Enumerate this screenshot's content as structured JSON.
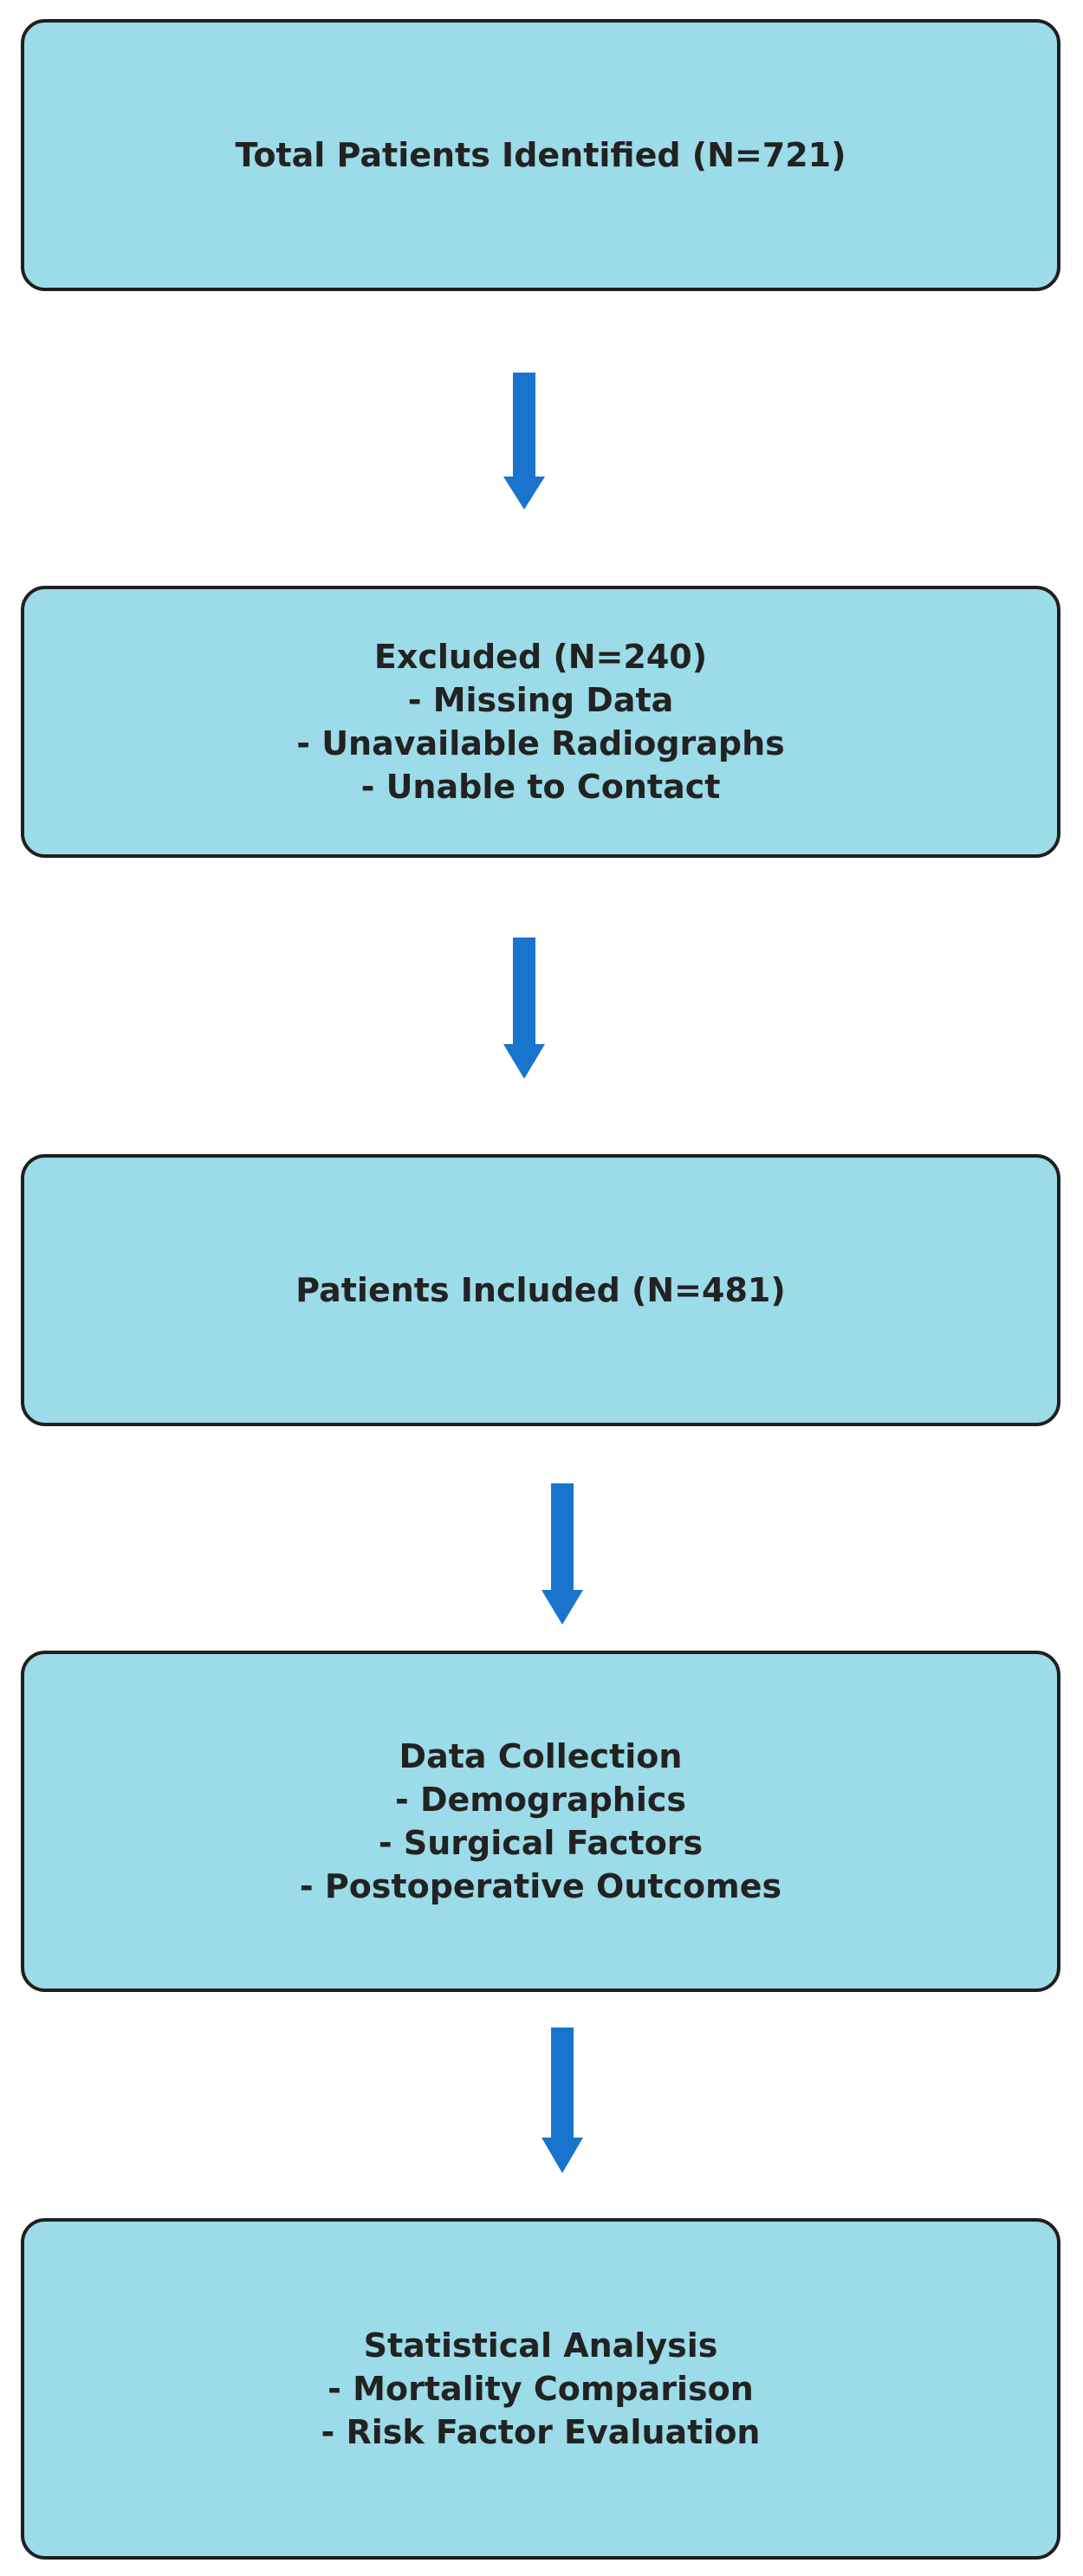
{
  "boxes": [
    {
      "lines": [
        "Total Patients Identified (N=721)"
      ]
    },
    {
      "lines": [
        "Excluded (N=240)",
        "- Missing Data",
        "- Unavailable Radiographs",
        "- Unable to Contact"
      ]
    },
    {
      "lines": [
        "Patients Included (N=481)"
      ]
    },
    {
      "lines": [
        "Data Collection",
        "- Demographics",
        "- Surgical Factors",
        "- Postoperative Outcomes"
      ]
    },
    {
      "lines": [
        "Statistical Analysis",
        "- Mortality Comparison",
        "- Risk Factor Evaluation"
      ]
    }
  ],
  "colors": {
    "box_fill": "#9cdbe8",
    "box_border": "#1f1f1f",
    "arrow": "#1874cd",
    "text": "#222222"
  }
}
